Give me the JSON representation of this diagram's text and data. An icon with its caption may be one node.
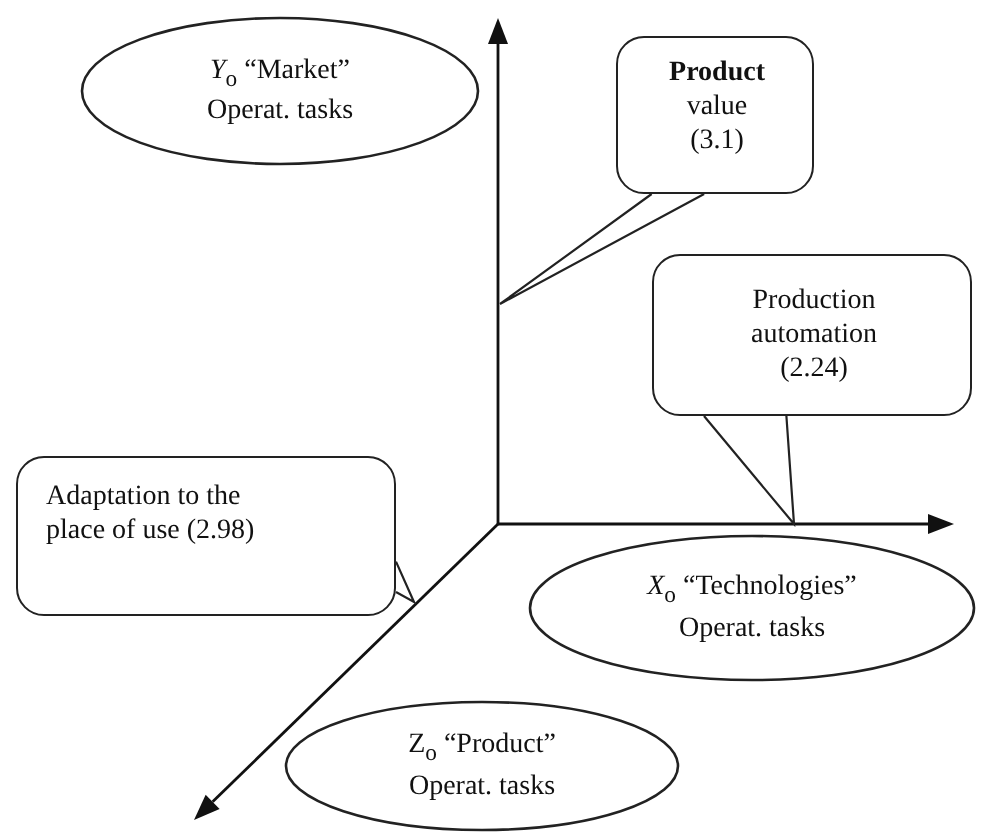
{
  "diagram": {
    "nodes": [
      {
        "text": [
          "*Y*$_{o}$ “Market”",
          "Operat. tasks"
        ]
      },
      {
        "text": [
          "**Product** value (3.1)"
        ]
      },
      {
        "text": [
          "Production automation (2.24)"
        ]
      },
      {
        "text": [
          "Adaptation to the place of use (2.98)"
        ]
      },
      {
        "text": [
          "*X*$_{o}$ “Technologies”",
          "Operat. tasks"
        ]
      },
      {
        "text": [
          "Z$_{o}$ “Product”",
          "Operat. tasks"
        ]
      }
    ],
    "edges": [
      {
        "from": 1,
        "to": null,
        "arrow": "none"
      },
      {
        "from": 2,
        "to": null,
        "arrow": "none"
      },
      {
        "from": 3,
        "to": null,
        "arrow": "none"
      }
    ]
  }
}
